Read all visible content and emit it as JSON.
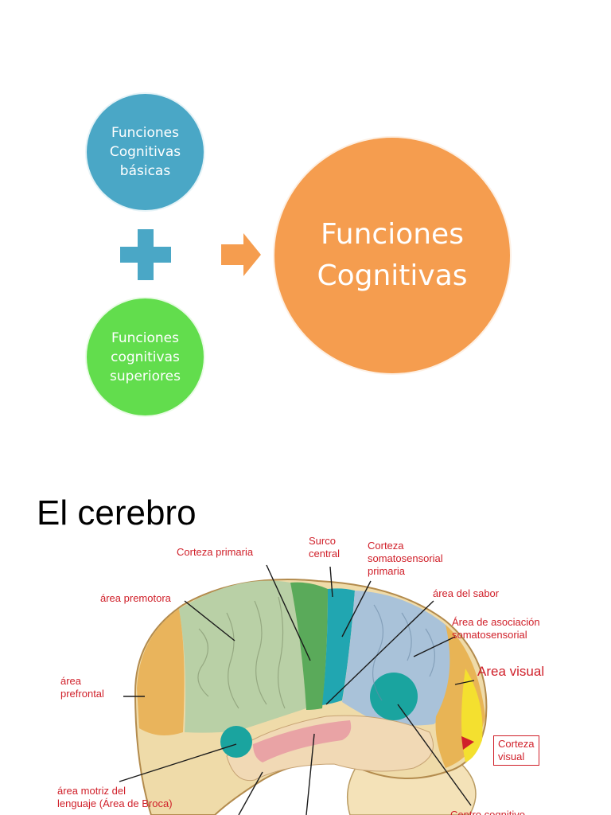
{
  "diagram": {
    "basic_node": "Funciones\nCognitivas\nbásicas",
    "superior_node": "Funciones\ncognitivas\nsuperiores",
    "result_node": "Funciones\nCognitivas",
    "colors": {
      "basic": "#4aa7c6",
      "superior": "#62dd4d",
      "result": "#f59d4f",
      "plus": "#4aa7c6",
      "arrow": "#f59d4f"
    },
    "icons": {
      "plus": "plus-icon",
      "arrow": "right-arrow-icon"
    }
  },
  "section": {
    "title": "El cerebro"
  },
  "brain_labels": {
    "corteza_primaria": "Corteza primaria",
    "surco_central": "Surco\ncentral",
    "corteza_somatosensorial": "Corteza\nsomatosensorial\nprimaria",
    "area_premotora": "área premotora",
    "area_sabor": "área del sabor",
    "asociacion_somatosensorial": "Área de asociación\nsomatosensorial",
    "area_visual": "Area visual",
    "area_prefrontal": "área\nprefrontal",
    "corteza_visual": "Corteza\nvisual",
    "area_motriz_lenguaje": "área motriz del\nlenguaje (Área de Broca)",
    "centro_cognitivo": "Centro cognitivo"
  }
}
